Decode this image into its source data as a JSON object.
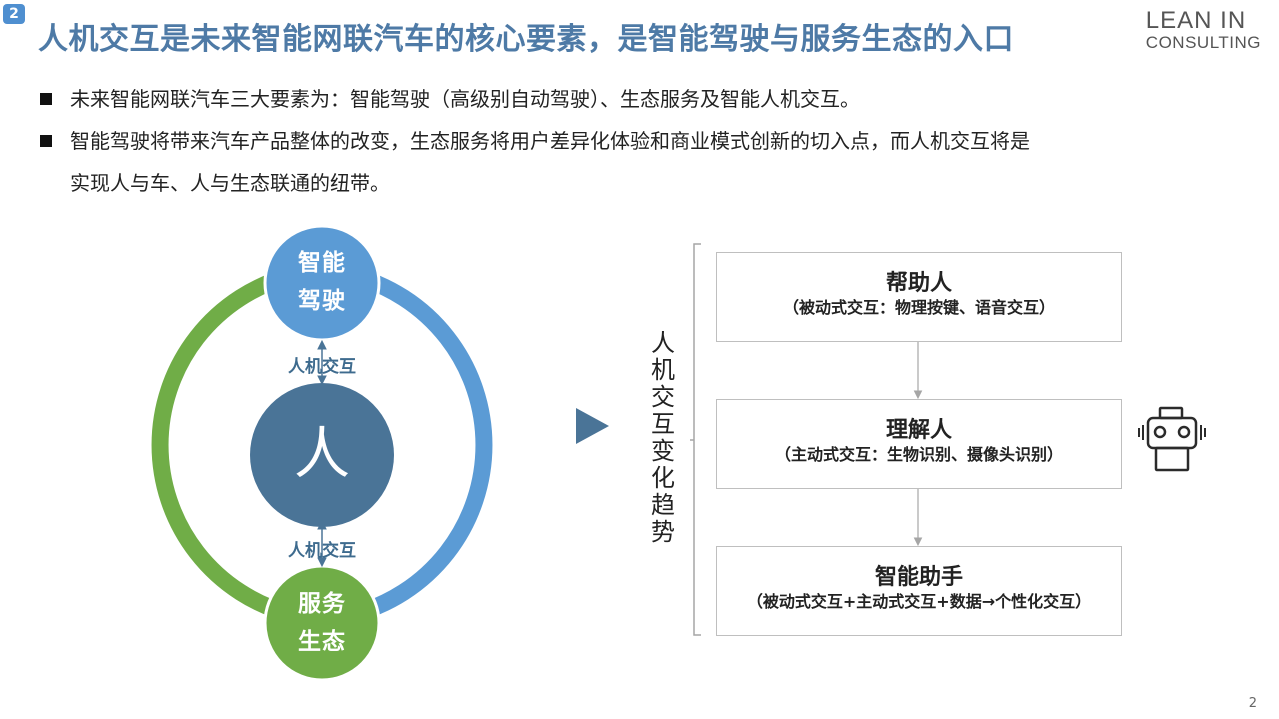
{
  "header": {
    "page_badge": "2",
    "title": "人机交互是未来智能网联汽车的核心要素，是智能驾驶与服务生态的入口",
    "logo_line1": "LEAN IN",
    "logo_line2": "CONSULTING"
  },
  "bullets": [
    {
      "text": "未来智能网联汽车三大要素为：智能驾驶（高级别自动驾驶）、生态服务及智能人机交互。"
    },
    {
      "line1": "智能驾驶将带来汽车产品整体的改变，生态服务将用户差异化体验和商业模式创新的切入点，而人机交互将是",
      "line2": "实现人与车、人与生态联通的纽带。"
    }
  ],
  "cycle": {
    "top_line1": "智能",
    "top_line2": "驾驶",
    "center": "人",
    "bottom_line1": "服务",
    "bottom_line2": "生态",
    "upper_link": "人机交互",
    "lower_link": "人机交互",
    "colors": {
      "blue": "#5b9bd5",
      "green": "#70ad47",
      "center": "#4a7497",
      "arrow": "#4a7497"
    }
  },
  "trend": {
    "vertical_title": "人机交互变化趋势",
    "stages": [
      {
        "name": "帮助人",
        "desc": "（被动式交互：物理按键、语音交互）"
      },
      {
        "name": "理解人",
        "desc": "（主动式交互：生物识别、摄像头识别）"
      },
      {
        "name": "智能助手",
        "desc": "（被动式交互+主动式交互+数据→个性化交互）"
      }
    ],
    "icon": "robot-icon"
  },
  "footer": {
    "page_number": "2"
  }
}
